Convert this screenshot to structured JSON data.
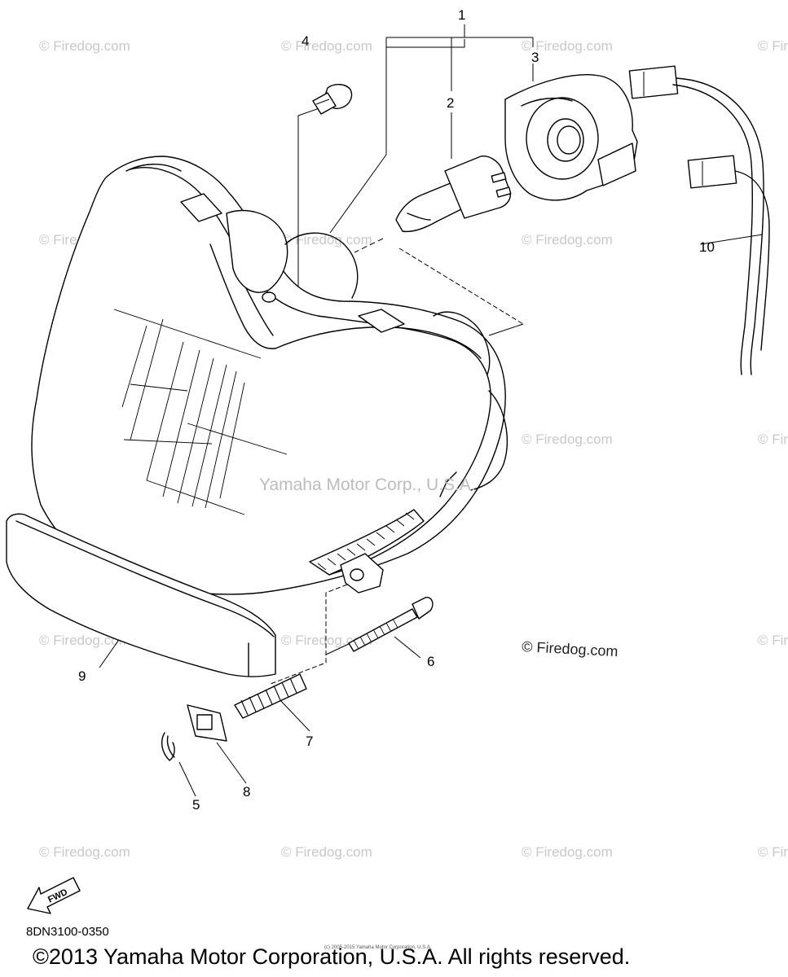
{
  "watermark": {
    "text": "© Firedog.com",
    "center_text": "Yamaha Motor Corp., U.S.A."
  },
  "firedog_mark": "© Firedog.com",
  "callouts": {
    "c1": "1",
    "c2": "2",
    "c3": "3",
    "c4": "4",
    "c5": "5",
    "c6": "6",
    "c7": "7",
    "c8": "8",
    "c9": "9",
    "c10": "10"
  },
  "fwd_label": "FWD",
  "diagram_code": "8DN3100-0350",
  "small_copyright": "(c) 2005-2015 Yamaha Motor Corporation, U.S.A.",
  "footer_copyright": "©2013 Yamaha Motor Corporation, U.S.A. All rights reserved."
}
